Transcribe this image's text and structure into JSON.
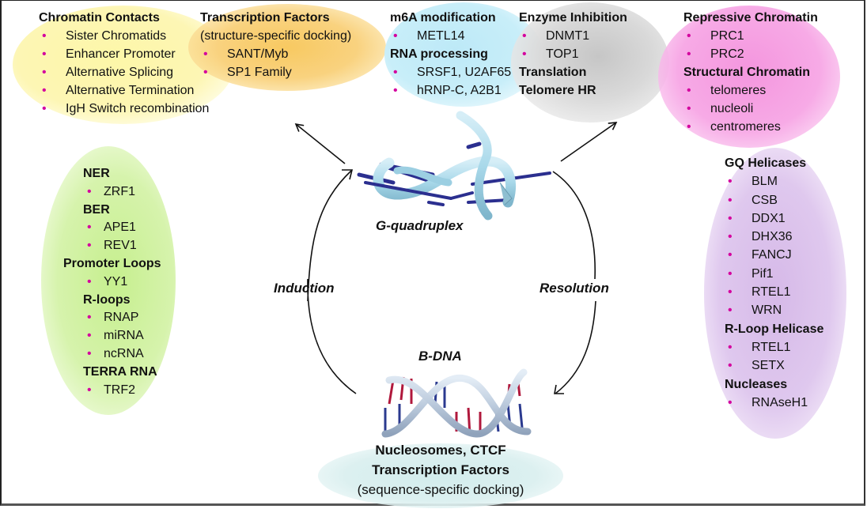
{
  "diagram": {
    "center": {
      "gquadruplex_label": "G-quadruplex",
      "bdna_label": "B-DNA",
      "induction_label": "Induction",
      "resolution_label": "Resolution"
    },
    "bottom": {
      "line1": "Nucleosomes, CTCF",
      "line2": "Transcription Factors",
      "line3": "(sequence-specific docking)"
    },
    "chromatin_contacts": {
      "title": "Chromatin Contacts",
      "items": [
        "Sister Chromatids",
        "Enhancer Promoter",
        "Alternative Splicing",
        "Alternative Termination",
        "IgH Switch recombination"
      ]
    },
    "transcription_factors": {
      "title": "Transcription Factors",
      "subtitle": "(structure-specific docking)",
      "items": [
        "SANT/Myb",
        "SP1 Family"
      ]
    },
    "rna": {
      "title1": "m6A modification",
      "items1": [
        "METL14"
      ],
      "title2": "RNA processing",
      "items2": [
        "SRSF1, U2AF65",
        "hRNP-C, A2B1"
      ]
    },
    "enzyme": {
      "title1": "Enzyme Inhibition",
      "items1": [
        "DNMT1",
        "TOP1"
      ],
      "title2": "Translation",
      "title3": "Telomere HR"
    },
    "repressive": {
      "title1": "Repressive Chromatin",
      "items1": [
        "PRC1",
        "PRC2"
      ],
      "title2": "Structural Chromatin",
      "items2": [
        "telomeres",
        "nucleoli",
        "centromeres"
      ]
    },
    "induction_factors": {
      "ner": {
        "title": "NER",
        "items": [
          "ZRF1"
        ]
      },
      "ber": {
        "title": "BER",
        "items": [
          "APE1",
          "REV1"
        ]
      },
      "promoter_loops": {
        "title": "Promoter Loops",
        "items": [
          "YY1"
        ]
      },
      "rloops": {
        "title": "R-loops",
        "items": [
          "RNAP",
          "miRNA",
          "ncRNA"
        ]
      },
      "terra": {
        "title": "TERRA RNA",
        "items": [
          "TRF2"
        ]
      }
    },
    "resolution_factors": {
      "gq_helicases": {
        "title": "GQ Helicases",
        "items": [
          "BLM",
          "CSB",
          "DDX1",
          "DHX36",
          "FANCJ",
          "Pif1",
          "RTEL1",
          "WRN"
        ]
      },
      "rloop_helicase": {
        "title": "R-Loop Helicase",
        "items": [
          "RTEL1",
          "SETX"
        ]
      },
      "nucleases": {
        "title": "Nucleases",
        "items": [
          "RNAseH1"
        ]
      }
    },
    "bullet_char": "•",
    "colors": {
      "bullet": "#d4009e",
      "yellow": "#fdf6b4",
      "orange": "#f9d27f",
      "cyan": "#c8eef9",
      "gray": "#d9d9d9",
      "pink": "#f7aae6",
      "green": "#d6f3ac",
      "purple": "#dfc8ee",
      "teal": "#dcf0f0",
      "gq_backbone": "#a8d8e8",
      "gq_bases": "#2b2f8f",
      "dna_backbone": "#b8c8dc",
      "dna_base_red": "#b0183c",
      "dna_base_blue": "#2b3a8f"
    }
  }
}
